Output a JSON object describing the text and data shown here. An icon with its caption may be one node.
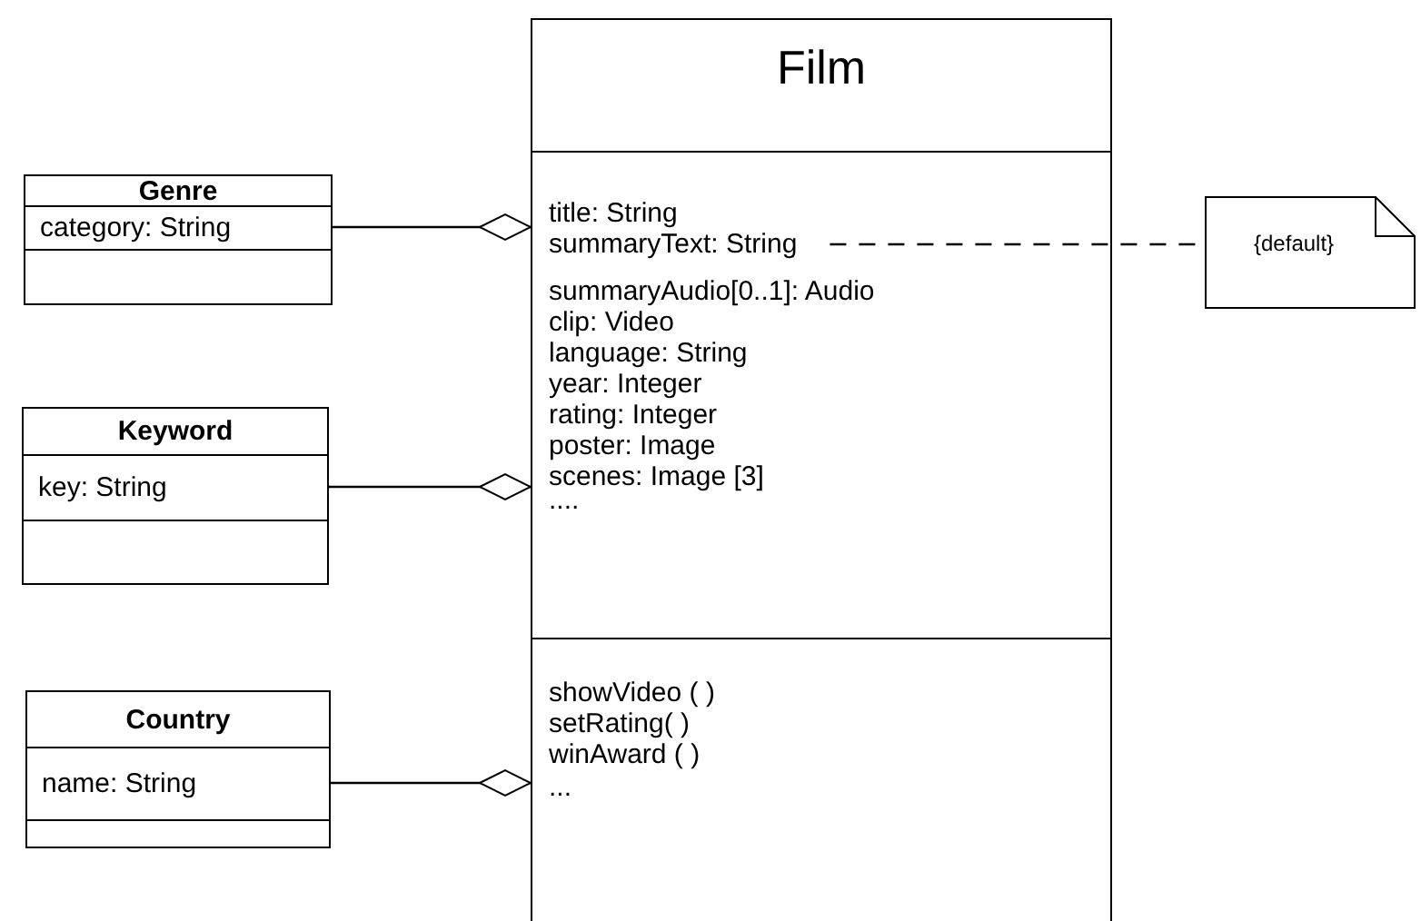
{
  "diagram": {
    "nodes": [
      {
        "text": [
          "Film",
          "title: String",
          "summaryAudio[0..1]: Audio",
          "clip: Video",
          "language: String",
          "year: Integer",
          "rating: Integer",
          "poster: Image",
          "scenes: Image [3]",
          "....",
          "showVideo ( )",
          "setRating( )",
          "winAward ( )",
          "..."
        ]
      },
      {
        "text": [
          "summaryText: String"
        ],
        "in": 0
      },
      {
        "text": [
          "Genre",
          "category: String"
        ]
      },
      {
        "text": [
          "Keyword",
          "key: String"
        ]
      },
      {
        "text": [
          "Country",
          "name: String"
        ]
      },
      {
        "text": [
          "{default}"
        ]
      }
    ],
    "edges": [
      {
        "from": 1,
        "to": 5,
        "arrow": "none",
        "style": "dashed"
      },
      {
        "from": 2,
        "to": 0,
        "arrow": "other"
      },
      {
        "from": 3,
        "to": 0,
        "arrow": "other"
      },
      {
        "from": 4,
        "to": 0,
        "arrow": "other"
      }
    ]
  }
}
